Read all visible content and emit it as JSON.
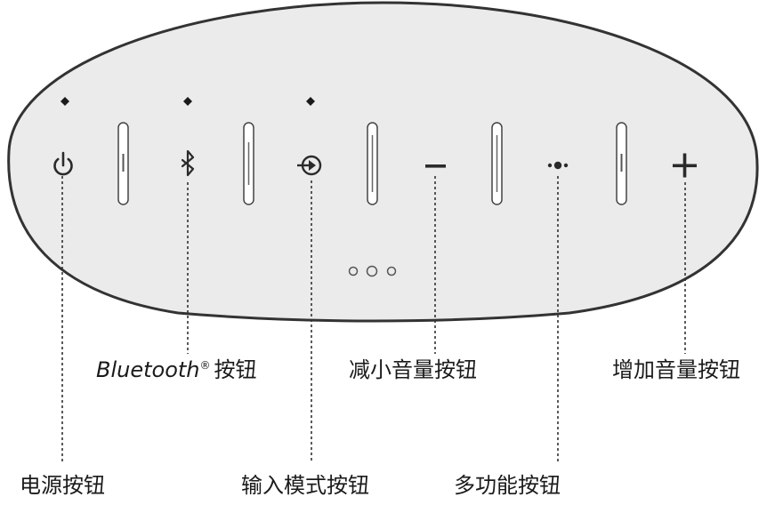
{
  "labels": {
    "power": "电源按钮",
    "bluetooth_word": "Bluetooth",
    "bluetooth_reg": "®",
    "bluetooth_suffix": "按钮",
    "input_mode": "输入模式按钮",
    "volume_down": "减小音量按钮",
    "multifunction": "多功能按钮",
    "volume_up": "增加音量按钮"
  },
  "buttons": [
    {
      "id": "power",
      "icon": "power-icon",
      "indicator": true
    },
    {
      "id": "bluetooth",
      "icon": "bluetooth-icon",
      "indicator": true
    },
    {
      "id": "input-mode",
      "icon": "input-mode-icon",
      "indicator": true
    },
    {
      "id": "volume-down",
      "icon": "minus-icon",
      "indicator": false
    },
    {
      "id": "multifunction",
      "icon": "multifunction-icon",
      "indicator": false
    },
    {
      "id": "volume-up",
      "icon": "plus-icon",
      "indicator": false
    }
  ],
  "colors": {
    "body_fill": "#ebebeb",
    "outline": "#333333",
    "icon": "#2a2a2a"
  }
}
